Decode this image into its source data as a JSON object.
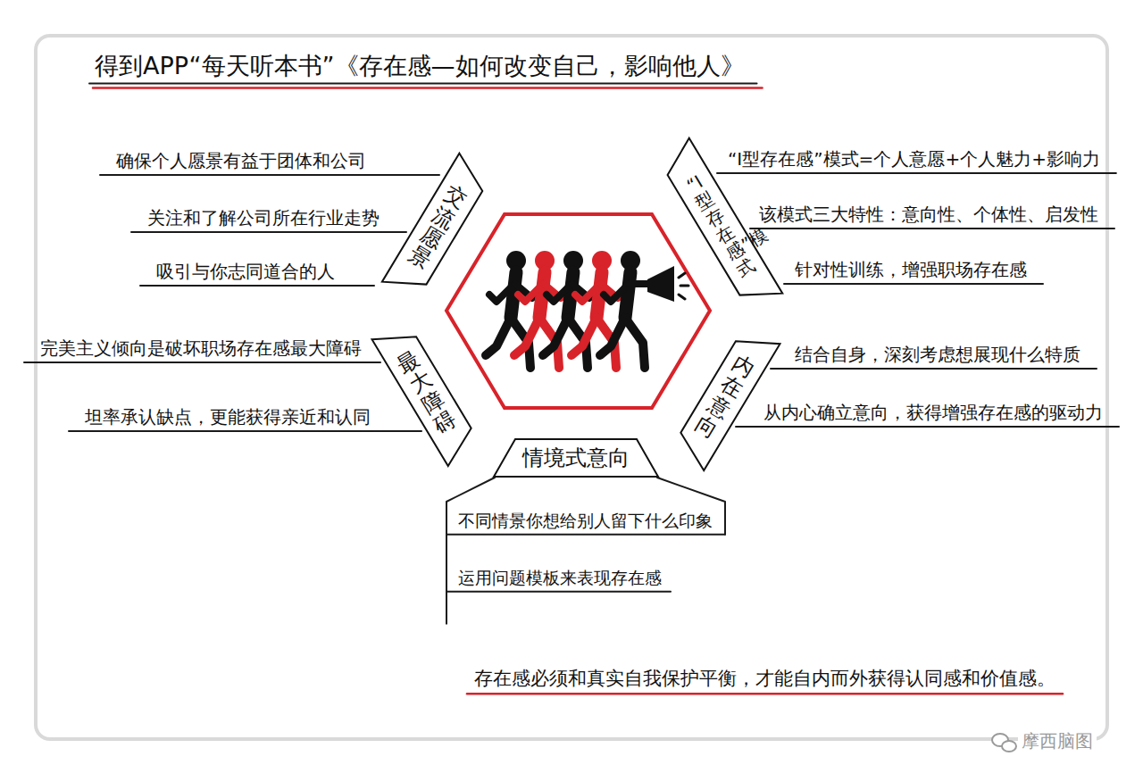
{
  "diagram": {
    "title": "得到APP“每天听本书”《存在感—如何改变自己，影响他人》",
    "caption": "存在感必须和真实自我保护平衡，才能自内而外获得认同感和价值感。",
    "nodes": [
      {
        "text": [
          "交流愿景"
        ]
      },
      {
        "text": [
          "“I型存在感”模式"
        ]
      },
      {
        "text": [
          "内在意向"
        ]
      },
      {
        "text": [
          "情境式意向"
        ]
      },
      {
        "text": [
          "最大障碍"
        ]
      }
    ],
    "labels": [
      "确保个人愿景有益于团体和公司",
      "关注和了解公司所在行业走势",
      "吸引与你志同道合的人",
      "“I型存在感”模式=个人意愿+个人魅力+影响力",
      "该模式三大特性：意向性、个体性、启发性",
      "针对性训练，增强职场存在感",
      "结合自身，深刻考虑想展现什么特质",
      "从内心确立意向，获得增强存在感的驱动力",
      "不同情景你想给别人留下什么印象",
      "运用问题模板来表现存在感",
      "完美主义倾向是破坏职场存在感最大障碍",
      "坦率承认缺点，更能获得亲近和认同",
      "摩西脑图"
    ]
  }
}
